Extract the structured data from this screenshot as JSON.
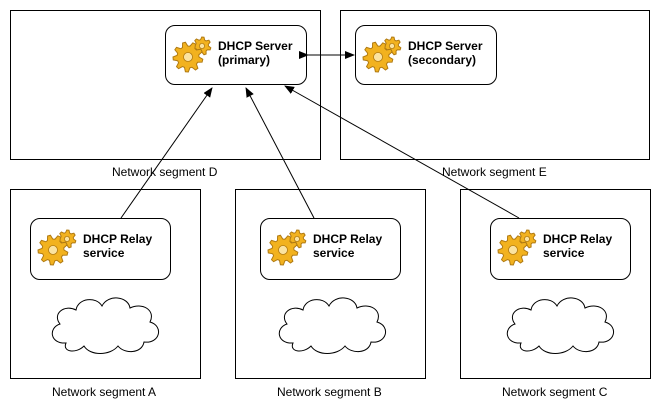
{
  "segments": {
    "d": {
      "label": "Network segment D"
    },
    "e": {
      "label": "Network segment E"
    },
    "a": {
      "label": "Network segment A"
    },
    "b": {
      "label": "Network segment B"
    },
    "c": {
      "label": "Network segment C"
    }
  },
  "servers": {
    "primary": {
      "line1": "DHCP Server",
      "line2": "(primary)",
      "icon": "gear-icon"
    },
    "secondary": {
      "line1": "DHCP Server",
      "line2": "(secondary)",
      "icon": "gear-icon"
    }
  },
  "relays": {
    "a": {
      "line1": "DHCP Relay",
      "line2": "service",
      "icon": "gear-icon"
    },
    "b": {
      "line1": "DHCP Relay",
      "line2": "service",
      "icon": "gear-icon"
    },
    "c": {
      "line1": "DHCP Relay",
      "line2": "service",
      "icon": "gear-icon"
    }
  },
  "colors": {
    "gear_fill": "#f2b21f",
    "gear_stroke": "#b07a12",
    "gear_hole": "#fbe3a0"
  }
}
